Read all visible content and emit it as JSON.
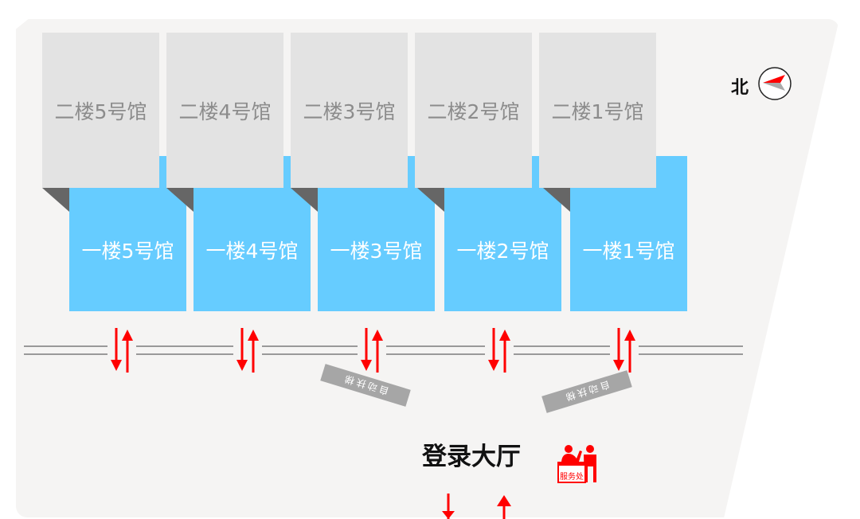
{
  "second_floor": [
    "二楼5号馆",
    "二楼4号馆",
    "二楼3号馆",
    "二楼2号馆",
    "二楼1号馆"
  ],
  "first_floor": [
    "一楼5号馆",
    "一楼4号馆",
    "一楼3号馆",
    "一楼2号馆",
    "一楼1号馆"
  ],
  "escalator_label": "自动扶梯",
  "hall_label": "登录大厅",
  "service_label": "服务处",
  "north_label": "北",
  "colors": {
    "hall_blue": "#66ccff",
    "hall_gray": "#e3e3e3",
    "arrow_red": "#ff0000"
  }
}
